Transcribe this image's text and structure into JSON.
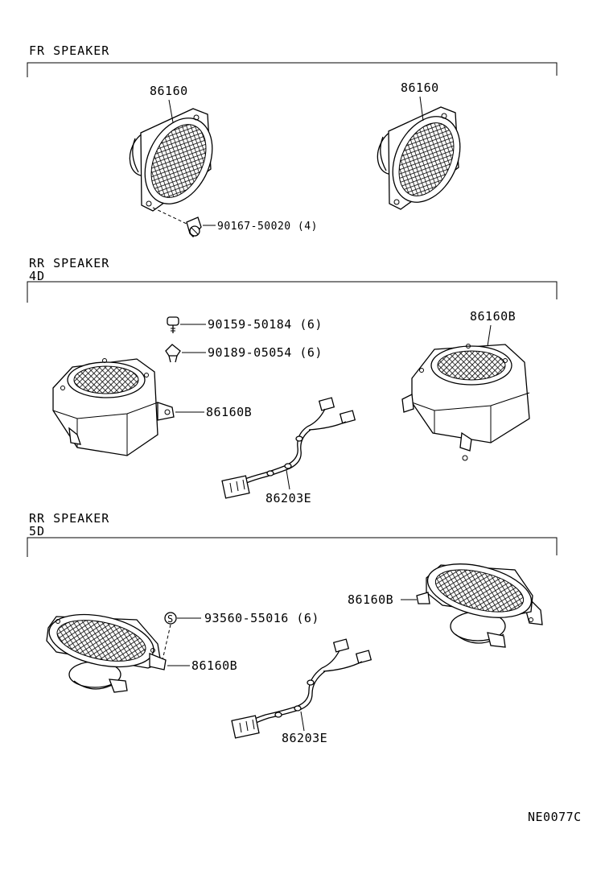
{
  "sections": {
    "fr": {
      "title": "FR  SPEAKER",
      "sub": ""
    },
    "rr4d": {
      "title": "RR  SPEAKER",
      "sub": "4D"
    },
    "rr5d": {
      "title": "RR  SPEAKER",
      "sub": "5D"
    }
  },
  "labels": {
    "fr_left_speaker": "86160",
    "fr_right_speaker": "86160",
    "fr_screw": "90167-50020 (4)",
    "rr4d_bolt": "90159-50184 (6)",
    "rr4d_clip": "90189-05054 (6)",
    "rr4d_left_speaker": "86160B",
    "rr4d_right_speaker": "86160B",
    "rr4d_harness": "86203E",
    "rr5d_nut": "93560-55016 (6)",
    "rr5d_nut_symbol": "S",
    "rr5d_left_speaker": "86160B",
    "rr5d_right_speaker": "86160B",
    "rr5d_harness": "86203E"
  },
  "diagram_code": "NE0077C"
}
